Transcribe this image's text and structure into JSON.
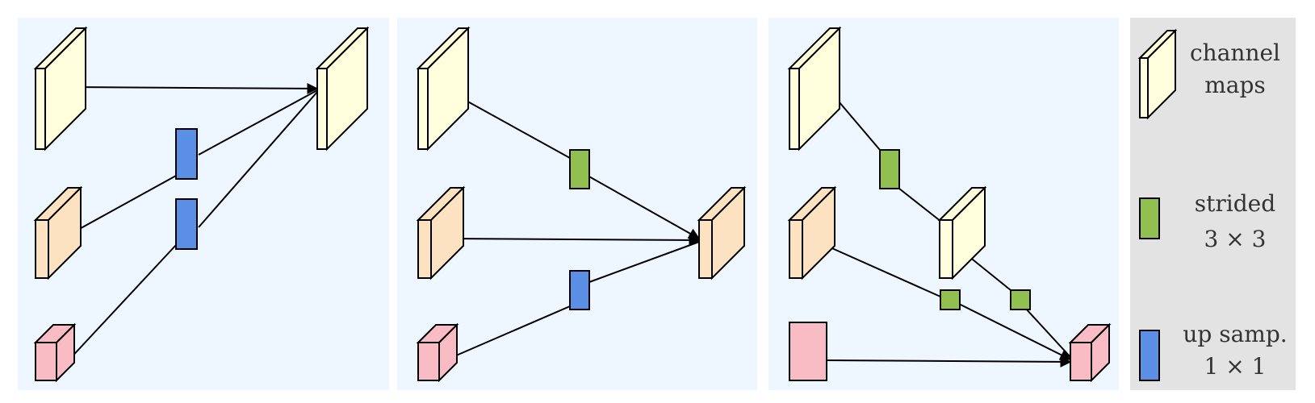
{
  "colors": {
    "panel_bg": "#eef6ff",
    "legend_bg": "#e3e3e3",
    "channel_map": "#ffffdd",
    "channel_map_mid": "#fde2c2",
    "channel_map_low": "#f9bcc4",
    "strided_conv": "#92c050",
    "upsample": "#5b8fe6"
  },
  "legend": {
    "channel_maps_line1": "channel",
    "channel_maps_line2": "maps",
    "strided_line1": "strided",
    "strided_line2": "3 × 3",
    "upsample_line1": "up samp.",
    "upsample_line2": "1 × 1"
  }
}
